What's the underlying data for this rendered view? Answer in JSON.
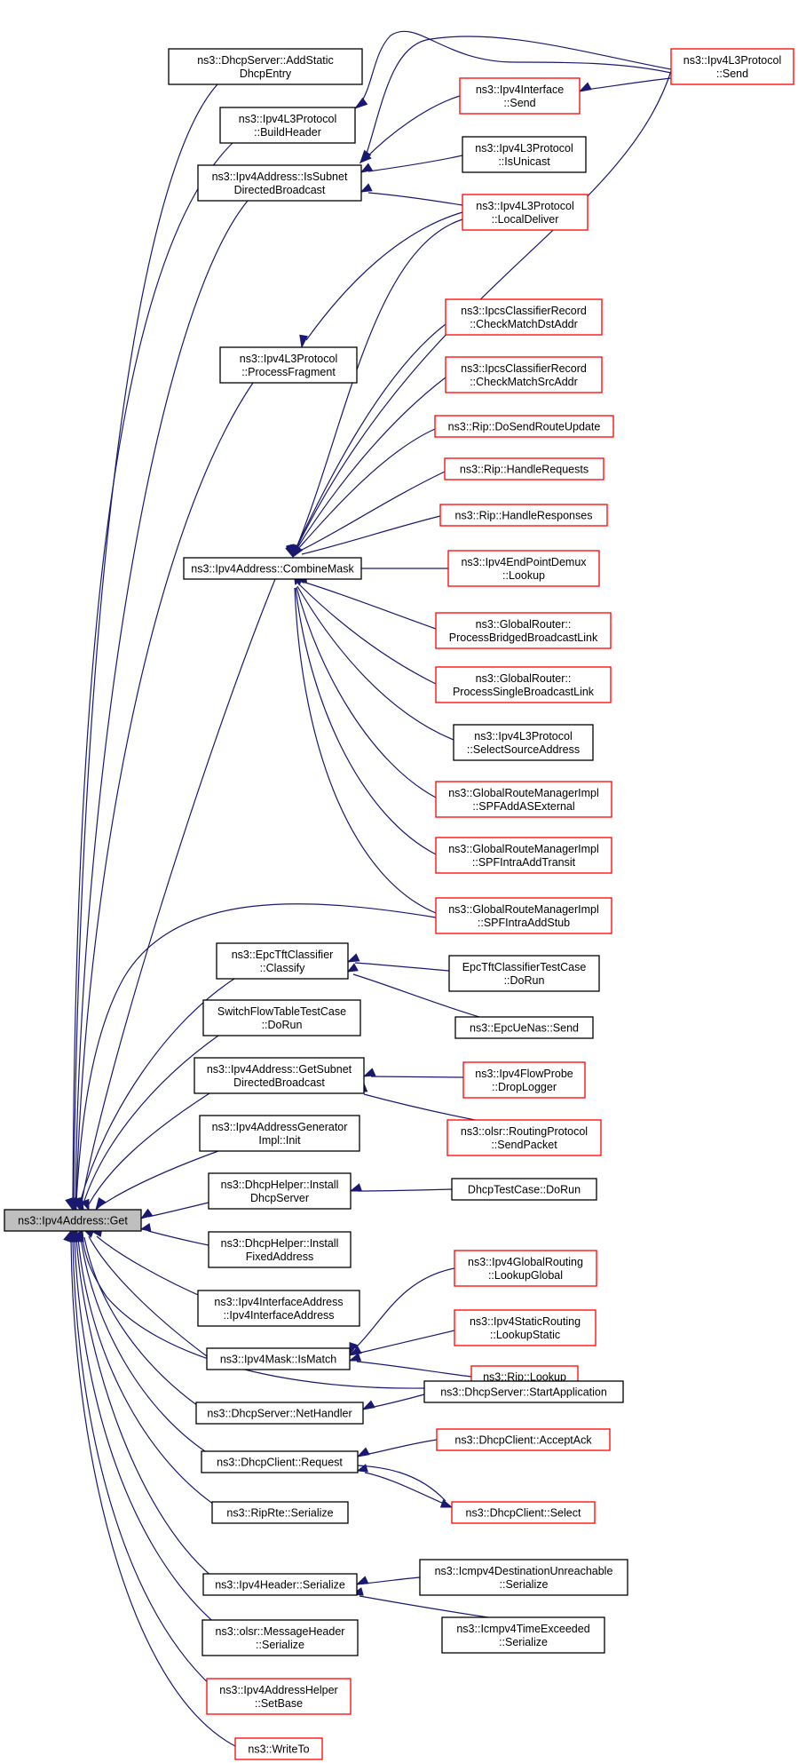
{
  "colors": {
    "edge": "#191970",
    "box_black": "#000000",
    "box_red": "#ff0000",
    "root_fill": "#bfbfbf",
    "box_fill": "#ffffff"
  },
  "nodes": [
    {
      "id": "get",
      "lines": [
        "ns3::Ipv4Address::Get"
      ],
      "border": "black",
      "fill": "gray"
    },
    {
      "id": "addStatic",
      "lines": [
        "ns3::DhcpServer::AddStatic",
        "DhcpEntry"
      ],
      "border": "black"
    },
    {
      "id": "buildHeader",
      "lines": [
        "ns3::Ipv4L3Protocol",
        "::BuildHeader"
      ],
      "border": "black"
    },
    {
      "id": "isSubnet",
      "lines": [
        "ns3::Ipv4Address::IsSubnet",
        "DirectedBroadcast"
      ],
      "border": "black"
    },
    {
      "id": "processFragment",
      "lines": [
        "ns3::Ipv4L3Protocol",
        "::ProcessFragment"
      ],
      "border": "black"
    },
    {
      "id": "combineMask",
      "lines": [
        "ns3::Ipv4Address::CombineMask"
      ],
      "border": "black"
    },
    {
      "id": "epcClassify",
      "lines": [
        "ns3::EpcTftClassifier",
        "::Classify"
      ],
      "border": "black"
    },
    {
      "id": "switchFlow",
      "lines": [
        "SwitchFlowTableTestCase",
        "::DoRun"
      ],
      "border": "black"
    },
    {
      "id": "getSubnet",
      "lines": [
        "ns3::Ipv4Address::GetSubnet",
        "DirectedBroadcast"
      ],
      "border": "black"
    },
    {
      "id": "addrGen",
      "lines": [
        "ns3::Ipv4AddressGenerator",
        "Impl::Init"
      ],
      "border": "black"
    },
    {
      "id": "installDhcp",
      "lines": [
        "ns3::DhcpHelper::Install",
        "DhcpServer"
      ],
      "border": "black"
    },
    {
      "id": "installFixed",
      "lines": [
        "ns3::DhcpHelper::Install",
        "FixedAddress"
      ],
      "border": "black"
    },
    {
      "id": "ifaceAddr",
      "lines": [
        "ns3::Ipv4InterfaceAddress",
        "::Ipv4InterfaceAddress"
      ],
      "border": "black"
    },
    {
      "id": "maskIsMatch",
      "lines": [
        "ns3::Ipv4Mask::IsMatch"
      ],
      "border": "black"
    },
    {
      "id": "netHandler",
      "lines": [
        "ns3::DhcpServer::NetHandler"
      ],
      "border": "black"
    },
    {
      "id": "clientRequest",
      "lines": [
        "ns3::DhcpClient::Request"
      ],
      "border": "black"
    },
    {
      "id": "ripRteSer",
      "lines": [
        "ns3::RipRte::Serialize"
      ],
      "border": "black"
    },
    {
      "id": "ipv4HeaderSer",
      "lines": [
        "ns3::Ipv4Header::Serialize"
      ],
      "border": "black"
    },
    {
      "id": "olsrMsgSer",
      "lines": [
        "ns3::olsr::MessageHeader",
        "::Serialize"
      ],
      "border": "black"
    },
    {
      "id": "setBase",
      "lines": [
        "ns3::Ipv4AddressHelper",
        "::SetBase"
      ],
      "border": "red"
    },
    {
      "id": "writeTo",
      "lines": [
        "ns3::WriteTo"
      ],
      "border": "red"
    },
    {
      "id": "l3Send",
      "lines": [
        "ns3::Ipv4L3Protocol",
        "::Send"
      ],
      "border": "red"
    },
    {
      "id": "ifaceSend",
      "lines": [
        "ns3::Ipv4Interface",
        "::Send"
      ],
      "border": "red"
    },
    {
      "id": "isUnicast",
      "lines": [
        "ns3::Ipv4L3Protocol",
        "::IsUnicast"
      ],
      "border": "black"
    },
    {
      "id": "localDeliver",
      "lines": [
        "ns3::Ipv4L3Protocol",
        "::LocalDeliver"
      ],
      "border": "red"
    },
    {
      "id": "ipcsDst",
      "lines": [
        "ns3::IpcsClassifierRecord",
        "::CheckMatchDstAddr"
      ],
      "border": "red"
    },
    {
      "id": "ipcsSrc",
      "lines": [
        "ns3::IpcsClassifierRecord",
        "::CheckMatchSrcAddr"
      ],
      "border": "red"
    },
    {
      "id": "ripSendRoute",
      "lines": [
        "ns3::Rip::DoSendRouteUpdate"
      ],
      "border": "red"
    },
    {
      "id": "ripHandleReq",
      "lines": [
        "ns3::Rip::HandleRequests"
      ],
      "border": "red"
    },
    {
      "id": "ripHandleResp",
      "lines": [
        "ns3::Rip::HandleResponses"
      ],
      "border": "red"
    },
    {
      "id": "endPointLookup",
      "lines": [
        "ns3::Ipv4EndPointDemux",
        "::Lookup"
      ],
      "border": "red"
    },
    {
      "id": "grBridged",
      "lines": [
        "ns3::GlobalRouter::",
        "ProcessBridgedBroadcastLink"
      ],
      "border": "red"
    },
    {
      "id": "grSingle",
      "lines": [
        "ns3::GlobalRouter::",
        "ProcessSingleBroadcastLink"
      ],
      "border": "red"
    },
    {
      "id": "selectSrc",
      "lines": [
        "ns3::Ipv4L3Protocol",
        "::SelectSourceAddress"
      ],
      "border": "black"
    },
    {
      "id": "spfASExt",
      "lines": [
        "ns3::GlobalRouteManagerImpl",
        "::SPFAddASExternal"
      ],
      "border": "red"
    },
    {
      "id": "spfTransit",
      "lines": [
        "ns3::GlobalRouteManagerImpl",
        "::SPFIntraAddTransit"
      ],
      "border": "red"
    },
    {
      "id": "spfStub",
      "lines": [
        "ns3::GlobalRouteManagerImpl",
        "::SPFIntraAddStub"
      ],
      "border": "red"
    },
    {
      "id": "epcTestRun",
      "lines": [
        "EpcTftClassifierTestCase",
        "::DoRun"
      ],
      "border": "black"
    },
    {
      "id": "epcUeSend",
      "lines": [
        "ns3::EpcUeNas::Send"
      ],
      "border": "black"
    },
    {
      "id": "flowDrop",
      "lines": [
        "ns3::Ipv4FlowProbe",
        "::DropLogger"
      ],
      "border": "red"
    },
    {
      "id": "olsrSendPkt",
      "lines": [
        "ns3::olsr::RoutingProtocol",
        "::SendPacket"
      ],
      "border": "red"
    },
    {
      "id": "dhcpTestRun",
      "lines": [
        "DhcpTestCase::DoRun"
      ],
      "border": "black"
    },
    {
      "id": "lookupGlobal",
      "lines": [
        "ns3::Ipv4GlobalRouting",
        "::LookupGlobal"
      ],
      "border": "red"
    },
    {
      "id": "lookupStatic",
      "lines": [
        "ns3::Ipv4StaticRouting",
        "::LookupStatic"
      ],
      "border": "red"
    },
    {
      "id": "ripLookup",
      "lines": [
        "ns3::Rip::Lookup"
      ],
      "border": "red"
    },
    {
      "id": "startApp",
      "lines": [
        "ns3::DhcpServer::StartApplication"
      ],
      "border": "black"
    },
    {
      "id": "acceptAck",
      "lines": [
        "ns3::DhcpClient::AcceptAck"
      ],
      "border": "red"
    },
    {
      "id": "clientSelect",
      "lines": [
        "ns3::DhcpClient::Select"
      ],
      "border": "red"
    },
    {
      "id": "icmpDestSer",
      "lines": [
        "ns3::Icmpv4DestinationUnreachable",
        "::Serialize"
      ],
      "border": "black"
    },
    {
      "id": "icmpTimeSer",
      "lines": [
        "ns3::Icmpv4TimeExceeded",
        "::Serialize"
      ],
      "border": "black"
    }
  ]
}
